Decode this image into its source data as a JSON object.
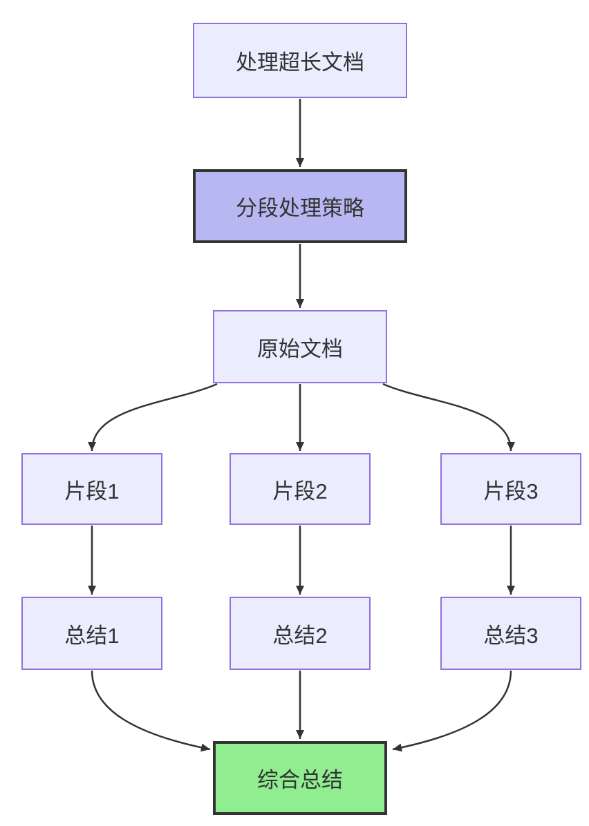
{
  "diagram": {
    "type": "flowchart",
    "direction": "top-down",
    "nodes": [
      {
        "id": "A",
        "label": "处理超长文档",
        "style": "default"
      },
      {
        "id": "B",
        "label": "分段处理策略",
        "style": "highlight"
      },
      {
        "id": "C",
        "label": "原始文档",
        "style": "default"
      },
      {
        "id": "D1",
        "label": "片段1",
        "style": "default"
      },
      {
        "id": "D2",
        "label": "片段2",
        "style": "default"
      },
      {
        "id": "D3",
        "label": "片段3",
        "style": "default"
      },
      {
        "id": "E1",
        "label": "总结1",
        "style": "default"
      },
      {
        "id": "E2",
        "label": "总结2",
        "style": "default"
      },
      {
        "id": "E3",
        "label": "总结3",
        "style": "default"
      },
      {
        "id": "F",
        "label": "综合总结",
        "style": "success"
      }
    ],
    "edges": [
      {
        "from": "处理超长文档",
        "to": "分段处理策略"
      },
      {
        "from": "分段处理策略",
        "to": "原始文档"
      },
      {
        "from": "原始文档",
        "to": "片段1"
      },
      {
        "from": "原始文档",
        "to": "片段2"
      },
      {
        "from": "原始文档",
        "to": "片段3"
      },
      {
        "from": "片段1",
        "to": "总结1"
      },
      {
        "from": "片段2",
        "to": "总结2"
      },
      {
        "from": "片段3",
        "to": "总结3"
      },
      {
        "from": "总结1",
        "to": "综合总结"
      },
      {
        "from": "总结2",
        "to": "综合总结"
      },
      {
        "from": "总结3",
        "to": "综合总结"
      }
    ],
    "colors": {
      "background": "#FFFFFF",
      "node_fill": "#ECECFF",
      "node_border": "#9370DB",
      "highlight_fill": "#B7B7F2",
      "highlight_border": "#333333",
      "success_fill": "#90EE90",
      "success_border": "#333333",
      "edge": "#333333",
      "text": "#333333"
    }
  }
}
